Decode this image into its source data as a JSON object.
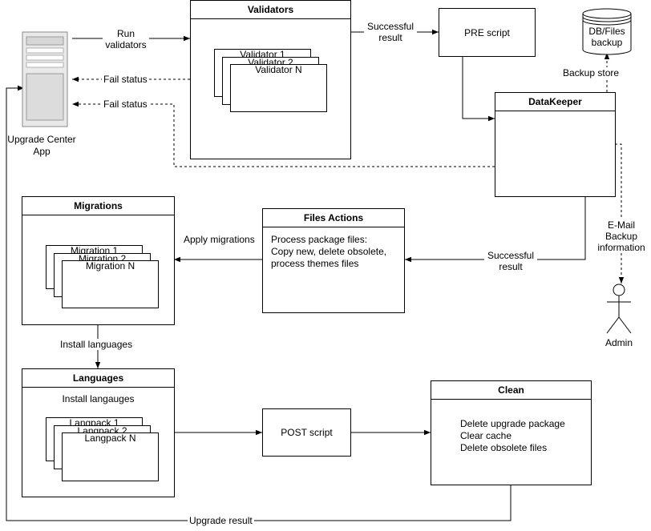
{
  "server": {
    "label_line1": "Upgrade Center",
    "label_line2": "App"
  },
  "validators": {
    "title": "Validators",
    "items": [
      "Validator 1",
      "Validator 2",
      "Validator N"
    ]
  },
  "pre_script": {
    "label": "PRE script"
  },
  "db": {
    "label_line1": "DB/Files",
    "label_line2": "backup"
  },
  "datakeeper": {
    "title": "DataKeeper"
  },
  "migrations": {
    "title": "Migrations",
    "items": [
      "Migration 1",
      "Migration 2",
      "Migration N"
    ]
  },
  "files_actions": {
    "title": "Files Actions",
    "lines": [
      "Process package files:",
      "Copy new, delete obsolete,",
      "process themes files"
    ]
  },
  "languages": {
    "title": "Languages",
    "note": "Install langauges",
    "items": [
      "Langpack 1",
      "Langpack 2",
      "Langpack N"
    ]
  },
  "post_script": {
    "label": "POST script"
  },
  "clean": {
    "title": "Clean",
    "lines": [
      "Delete upgrade package",
      "Clear cache",
      "Delete obsolete files"
    ]
  },
  "admin": {
    "label": "Admin"
  },
  "edges": {
    "run_validators_1": "Run",
    "run_validators_2": "validators",
    "fail_status_1": "Fail status",
    "fail_status_2": "Fail status",
    "successful_result_1a": "Successful",
    "successful_result_1b": "result",
    "backup_store": "Backup store",
    "email_1": "E-Mail",
    "email_2": "Backup",
    "email_3": "information",
    "successful_result_2a": "Successful",
    "successful_result_2b": "result",
    "apply_migrations": "Apply migrations",
    "install_languages": "Install languages",
    "upgrade_result": "Upgrade result"
  }
}
